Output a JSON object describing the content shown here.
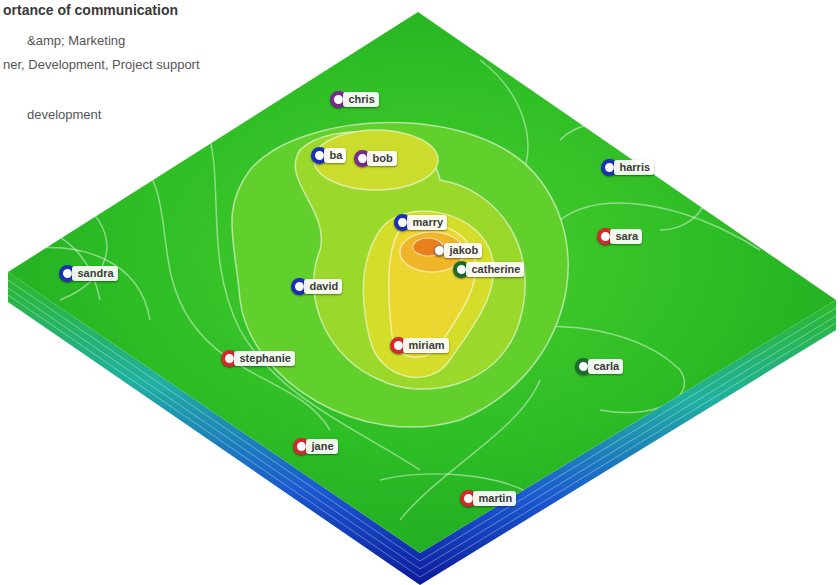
{
  "diagram": {
    "title": "ortance of communication",
    "nodes": [
      {
        "text": [
          "chris"
        ]
      },
      {
        "text": [
          "ba"
        ]
      },
      {
        "text": [
          "bob"
        ]
      },
      {
        "text": [
          "harris"
        ]
      },
      {
        "text": [
          "marry"
        ]
      },
      {
        "text": [
          "sara"
        ]
      },
      {
        "text": [
          "jakob"
        ]
      },
      {
        "text": [
          "catherine"
        ]
      },
      {
        "text": [
          "sandra"
        ]
      },
      {
        "text": [
          "david"
        ]
      },
      {
        "text": [
          "miriam"
        ]
      },
      {
        "text": [
          "stephanie"
        ]
      },
      {
        "text": [
          "carla"
        ]
      },
      {
        "text": [
          "jane"
        ]
      },
      {
        "text": [
          "martin"
        ]
      }
    ],
    "labels": [
      "&amp; Marketing",
      "ner, Development, Project support",
      "development"
    ]
  }
}
